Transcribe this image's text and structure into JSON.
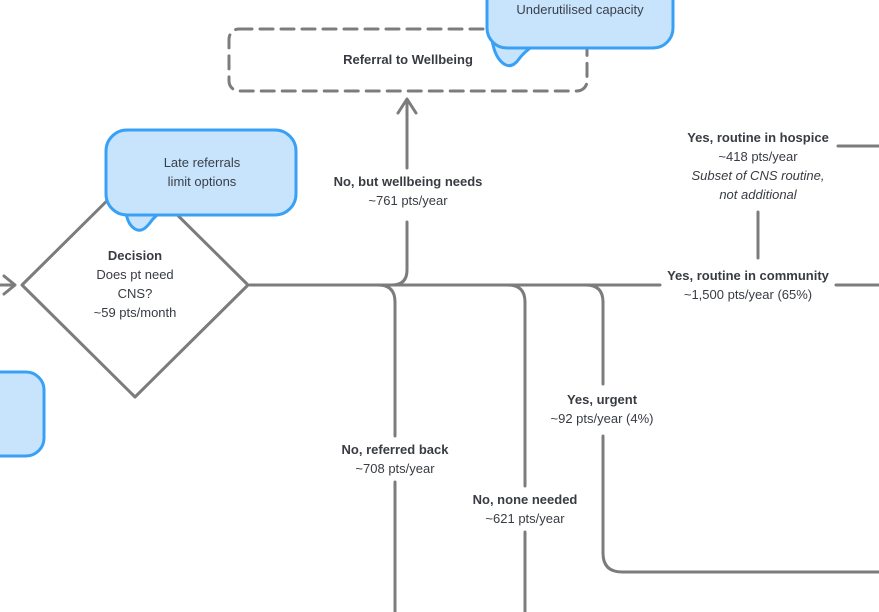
{
  "colors": {
    "line": "#7c7c7c",
    "text": "#383c42",
    "bubble_fill": "#c7e4fc",
    "bubble_border": "#38a1f6",
    "background": "#ffffff"
  },
  "decision_node": {
    "title": "Decision",
    "question_line1": "Does pt need",
    "question_line2": "CNS?",
    "volume": "~59 pts/month"
  },
  "wellbeing_box": {
    "label": "Referral to Wellbeing"
  },
  "callouts": {
    "late_referrals": {
      "line1": "Late referrals",
      "line2": "limit options"
    },
    "underutilised": {
      "line1": "Underutilised capacity"
    }
  },
  "branches": {
    "wellbeing": {
      "title": "No, but wellbeing needs",
      "value": "~761 pts/year"
    },
    "hospice": {
      "title": "Yes, routine in hospice",
      "value": "~418 pts/year",
      "note_line1": "Subset of CNS routine,",
      "note_line2": "not additional"
    },
    "community": {
      "title": "Yes, routine in community",
      "value": "~1,500 pts/year (65%)"
    },
    "urgent": {
      "title": "Yes, urgent",
      "value": "~92 pts/year (4%)"
    },
    "referred_back": {
      "title": "No, referred back",
      "value": "~708 pts/year"
    },
    "none_needed": {
      "title": "No, none needed",
      "value": "~621 pts/year"
    }
  }
}
